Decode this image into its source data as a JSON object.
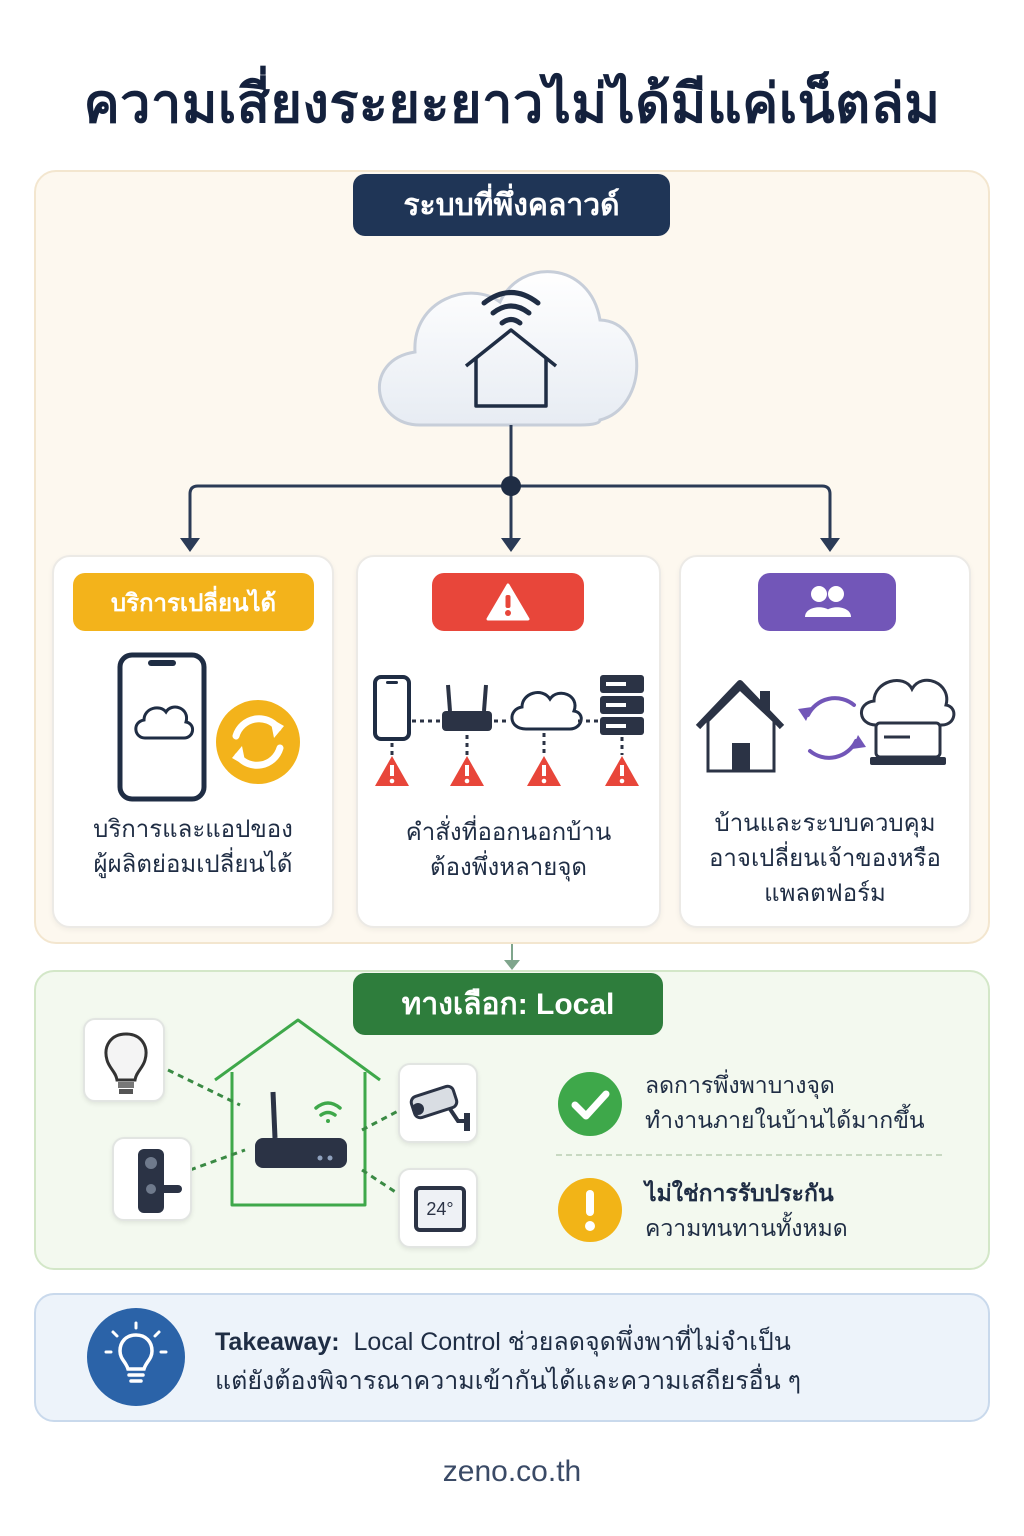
{
  "title": "ความเสี่ยงระยะยาวไม่ได้มีแค่เน็ตล่ม",
  "cloud_section": {
    "label": "ระบบที่พึ่งคลาวด์",
    "cards": [
      {
        "badge": "บริการเปลี่ยนได้",
        "badge_color": "#f3b31b",
        "text_line1": "บริการและแอปของ",
        "text_line2": "ผู้ผลิตย่อมเปลี่ยนได้"
      },
      {
        "badge_icon": "warning-icon",
        "badge_color": "#e8463a",
        "text_line1": "คำสั่งที่ออกนอกบ้าน",
        "text_line2": "ต้องพึ่งหลายจุด"
      },
      {
        "badge_icon": "users-icon",
        "badge_color": "#7256b8",
        "text_line1": "บ้านและระบบควบคุม",
        "text_line2": "อาจเปลี่ยนเจ้าของหรือ",
        "text_line3": "แพลตฟอร์ม"
      }
    ]
  },
  "local_section": {
    "label": "ทางเลือก: Local",
    "thermostat": "24°",
    "items": [
      {
        "icon": "check-icon",
        "color": "#3ea84a",
        "line1": "ลดการพึ่งพาบางจุด",
        "line2": "ทำงานภายในบ้านได้มากขึ้น"
      },
      {
        "icon": "exclamation-icon",
        "color": "#f2b417",
        "line1": "ไม่ใช่การรับประกัน",
        "line2": "ความทนทานทั้งหมด"
      }
    ]
  },
  "takeaway": {
    "heading": "Takeaway:",
    "line1": "Local Control ช่วยลดจุดพึ่งพาที่ไม่จำเป็น",
    "line2": "แต่ยังต้องพิจารณาความเข้ากันได้และความเสถียรอื่น ๆ"
  },
  "footer": "zeno.co.th"
}
